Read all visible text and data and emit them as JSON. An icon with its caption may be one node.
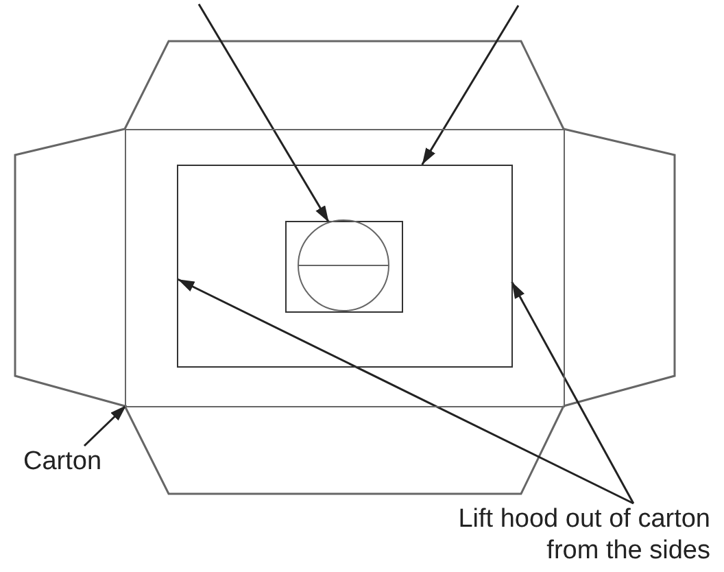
{
  "diagram": {
    "nodes": [
      {
        "text": [],
        "shape": "box"
      },
      {
        "text": [],
        "shape": "box",
        "in": 0
      },
      {
        "text": [],
        "shape": "box",
        "in": 1
      },
      {
        "text": [],
        "shape": "circle",
        "in": 2
      },
      {
        "text": [
          "Carton"
        ]
      },
      {
        "text": [
          "Lift hood out of carton from the sides"
        ]
      }
    ],
    "edges": [
      {
        "from": null,
        "to": 3,
        "arrow": "to"
      },
      {
        "from": null,
        "to": 1,
        "arrow": "to"
      },
      {
        "from": 4,
        "to": 0,
        "arrow": "to"
      },
      {
        "from": 5,
        "to": 1,
        "arrow": "to"
      },
      {
        "from": 5,
        "to": 1,
        "arrow": "to"
      }
    ]
  }
}
